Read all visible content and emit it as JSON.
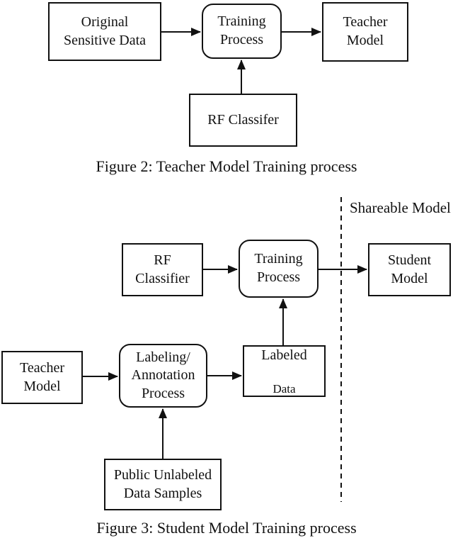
{
  "colors": {
    "ink": "#111111",
    "background": "#ffffff"
  },
  "figure2": {
    "caption": "Figure 2: Teacher Model Training process",
    "nodes": {
      "original_sensitive_data": "Original\nSensitive Data",
      "training_process": "Training\nProcess",
      "teacher_model": "Teacher\nModel",
      "rf_classifier": "RF Classifer"
    }
  },
  "figure3": {
    "caption": "Figure 3: Student Model Training process",
    "divider_label": "Shareable Model",
    "nodes": {
      "rf_classifier": "RF\nClassifier",
      "training_process": "Training\nProcess",
      "student_model": "Student\nModel",
      "teacher_model": "Teacher\nModel",
      "labeling_annotation_process": "Labeling/\nAnnotation\nProcess",
      "labeled_data_line1": "Labeled",
      "labeled_data_line2": "Data",
      "public_unlabeled_data_samples": "Public Unlabeled\nData Samples"
    }
  }
}
